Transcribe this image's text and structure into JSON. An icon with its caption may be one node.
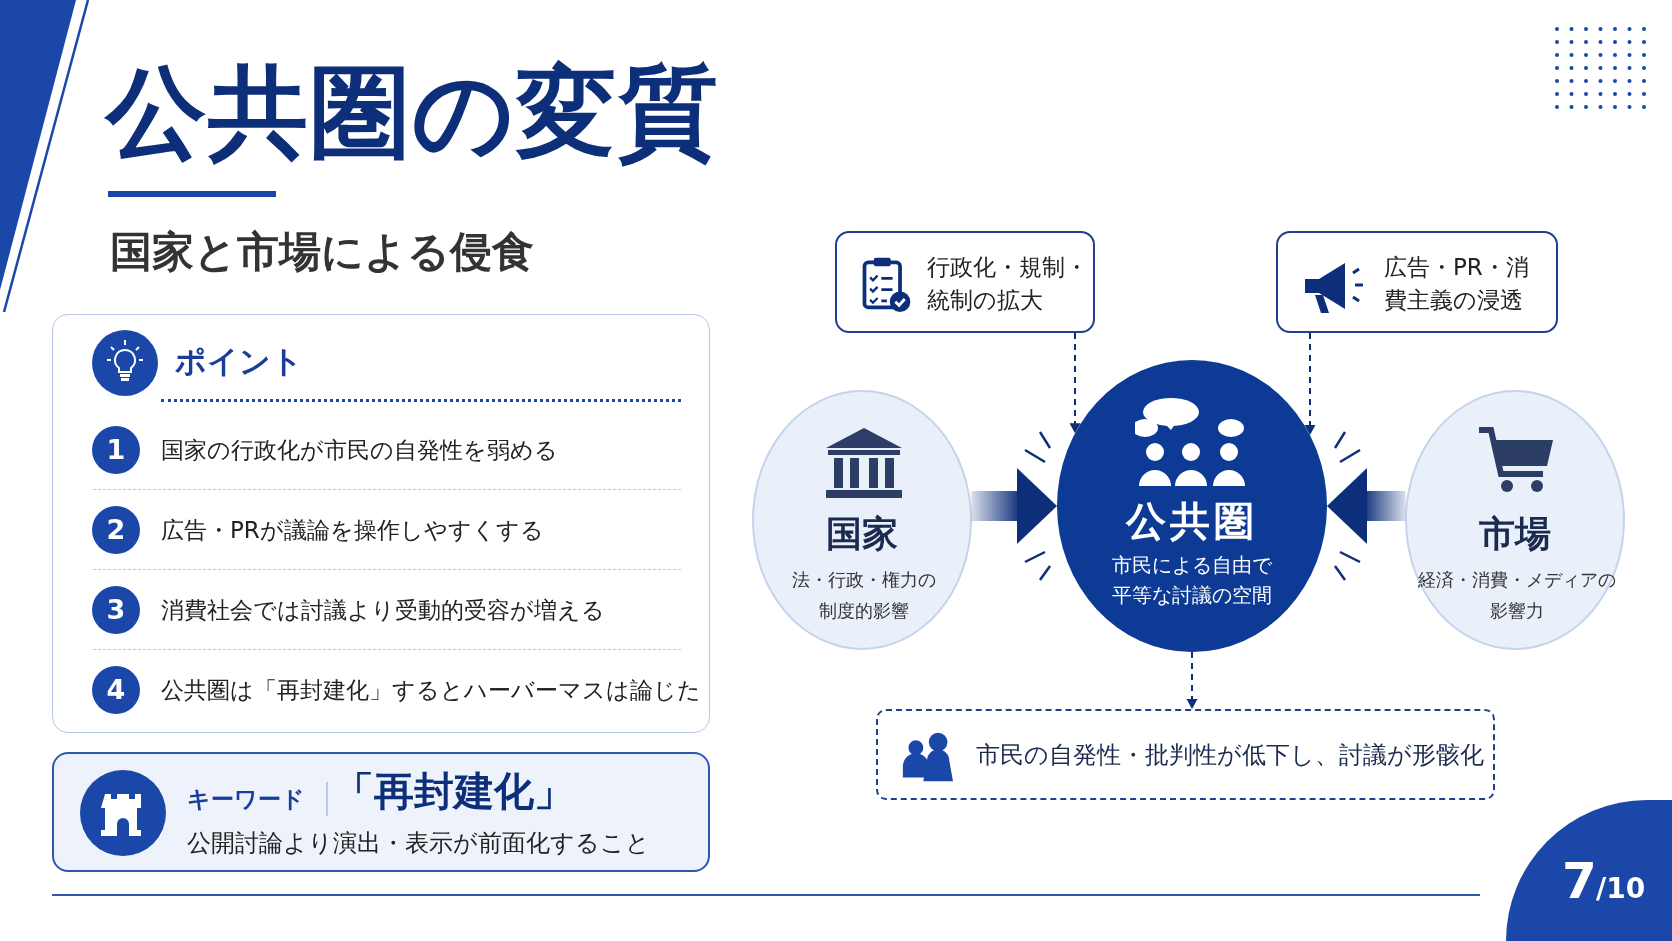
{
  "diagram": {
    "title": "公共圏の変質",
    "nodes": [
      {
        "text": [
          "ポイント"
        ]
      },
      {
        "text": [
          "1"
        ],
        "beside": [
          "国家の行政化が市民の自発性を弱める"
        ],
        "in": 0
      },
      {
        "text": [
          "2"
        ],
        "beside": [
          "広告・PRが議論を操作しやすくする"
        ],
        "in": 0
      },
      {
        "text": [
          "3"
        ],
        "beside": [
          "消費社会では討議より受動的受容が増える"
        ],
        "in": 0
      },
      {
        "text": [
          "4"
        ],
        "beside": [
          "公共圏は「再封建化」するとハーバーマスは論じた"
        ],
        "in": 0
      },
      {
        "text": [
          "キーワード",
          "「再封建化」",
          "公開討論より演出・表示が前面化すること"
        ]
      },
      {
        "text": [
          "行政化・規制・統制の拡大"
        ]
      },
      {
        "text": [
          "広告・PR・消費主義の浸透"
        ]
      },
      {
        "text": [
          "国家",
          "法・行政・権力の制度的影響"
        ]
      },
      {
        "text": [
          "公共圏",
          "市民による自由で平等な討議の空間"
        ]
      },
      {
        "text": [
          "市場",
          "経済・消費・メディアの影響力"
        ]
      },
      {
        "text": [
          "市民の自発性・批判性が低下し、討議が形骸化"
        ]
      }
    ],
    "edges": [
      {
        "from": 6,
        "to": 9,
        "arrow": "to",
        "style": "dashed"
      },
      {
        "from": 7,
        "to": 9,
        "arrow": "to",
        "style": "dashed"
      },
      {
        "from": 8,
        "to": 9,
        "arrow": "to",
        "style": "thick"
      },
      {
        "from": 10,
        "to": 9,
        "arrow": "to",
        "style": "thick"
      },
      {
        "from": 9,
        "to": 11,
        "arrow": "to",
        "style": "dashed"
      }
    ],
    "labels": [
      "国家と市場による侵食",
      "7",
      "/10"
    ]
  }
}
